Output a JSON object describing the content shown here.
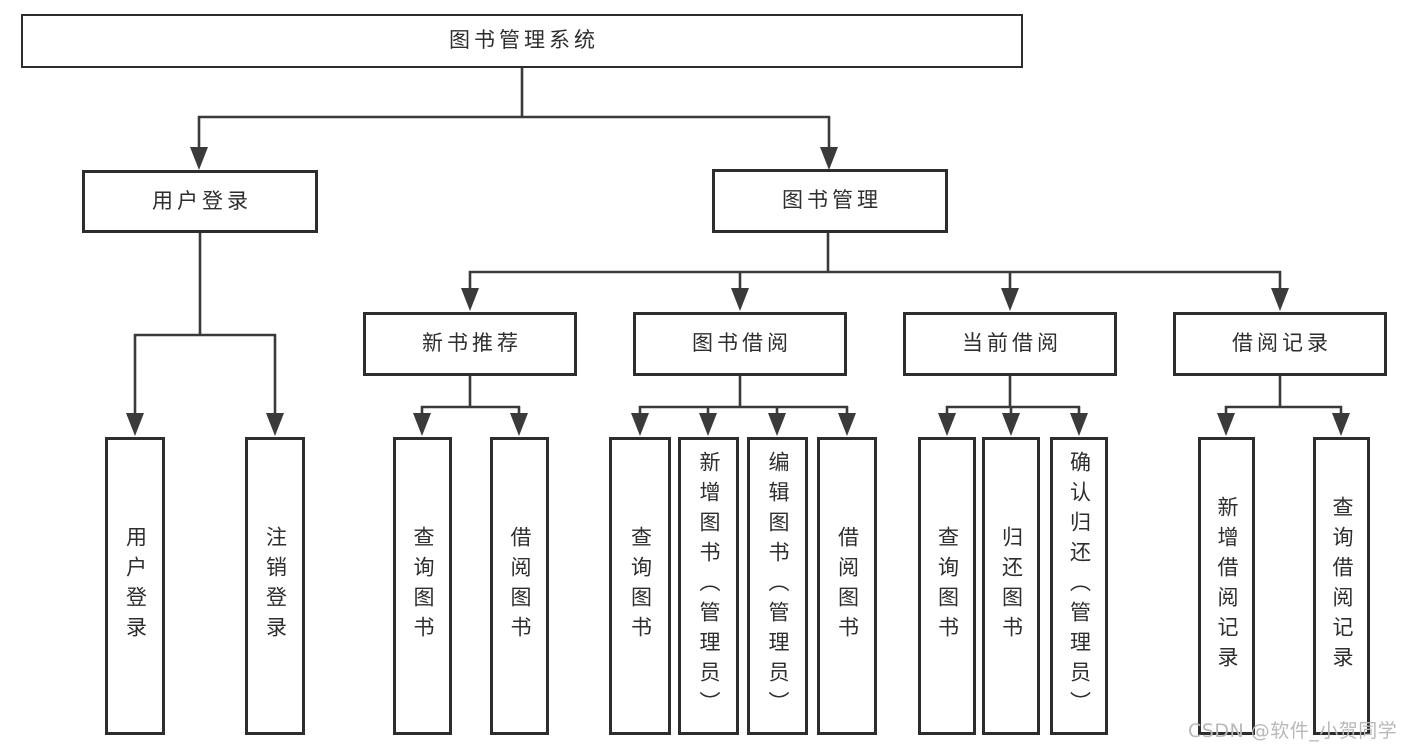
{
  "diagram": {
    "root": {
      "label": "图书管理系统"
    },
    "level2": {
      "user_login": {
        "label": "用户登录"
      },
      "book_management": {
        "label": "图书管理"
      }
    },
    "level3": {
      "new_book_recommend": {
        "label": "新书推荐"
      },
      "book_borrow": {
        "label": "图书借阅"
      },
      "current_borrow": {
        "label": "当前借阅"
      },
      "borrow_records": {
        "label": "借阅记录"
      }
    },
    "leaves": {
      "user_login": {
        "label": "用户登录"
      },
      "logout": {
        "label": "注销登录"
      },
      "nb_query_books": {
        "label": "查询图书"
      },
      "nb_borrow_books": {
        "label": "借阅图书"
      },
      "bb_query_books": {
        "label": "查询图书"
      },
      "bb_add_books_admin": {
        "label": "新增图书（管理员）"
      },
      "bb_edit_books_admin": {
        "label": "编辑图书（管理员）"
      },
      "bb_borrow_books": {
        "label": "借阅图书"
      },
      "cb_query_books": {
        "label": "查询图书"
      },
      "cb_return_books": {
        "label": "归还图书"
      },
      "cb_confirm_return_admin": {
        "label": "确认归还（管理员）"
      },
      "br_add_record": {
        "label": "新增借阅记录"
      },
      "br_query_record": {
        "label": "查询借阅记录"
      }
    }
  },
  "watermark": {
    "text": "CSDN @软件_小贺同学"
  },
  "colors": {
    "line": "#3a3a3a",
    "border": "#2d2d2d",
    "text": "#2e2e2e",
    "watermark": "#b9b9b9",
    "background": "#ffffff"
  }
}
